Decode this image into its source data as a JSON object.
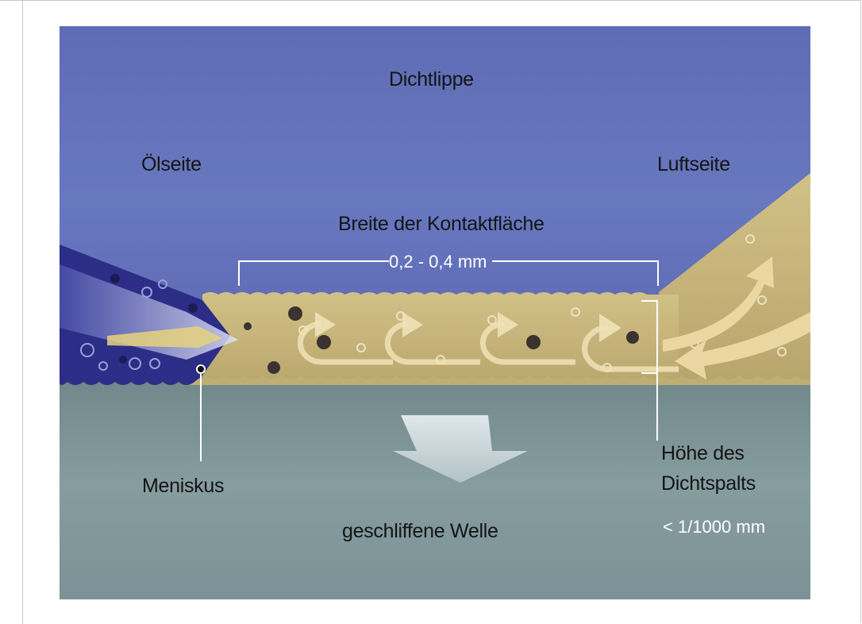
{
  "labels": {
    "lip": "Dichtlippe",
    "oil_side": "Ölseite",
    "air_side": "Luftseite",
    "contact_width_title": "Breite der Kontaktfläche",
    "contact_width_value": "0,2 - 0,4 mm",
    "meniscus": "Meniskus",
    "gap_height_line1": "Höhe des",
    "gap_height_line2": "Dichtspalts",
    "gap_height_value": "< 1/1000 mm",
    "shaft": "geschliffene Welle"
  },
  "colors": {
    "lip": "#6472b8",
    "shaft": "#7c9497",
    "film": "#c7b57a",
    "oil": "#2f2f8a",
    "arrow": "#e8d29a",
    "dimension_lines": "#ffffff"
  }
}
